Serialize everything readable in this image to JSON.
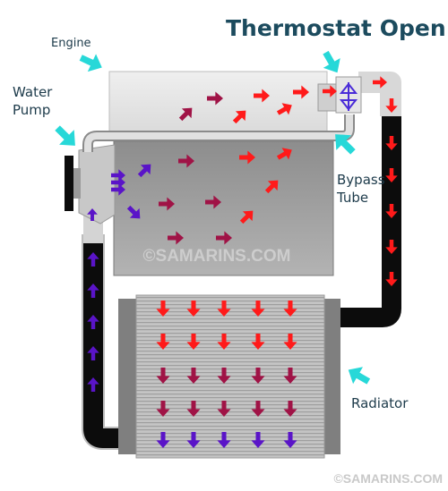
{
  "labels": {
    "title": "Thermostat Open",
    "engine": "Engine",
    "water_pump": [
      "Water",
      "Pump"
    ],
    "bypass_tube": [
      "Bypass",
      "Tube"
    ],
    "radiator": "Radiator"
  },
  "watermarks": {
    "center": "©SAMARINS.COM",
    "corner": "©SAMARINS.COM"
  },
  "colors": {
    "title": "#1c4b5e",
    "label": "#1c3a4a",
    "callout": "#27d8d8",
    "flow_hot": "#ff1a1a",
    "flow_mid": "#a01346",
    "flow_cool": "#5a14c8",
    "hose": "#0c0c0c",
    "engine_head": "#e8e8e8",
    "engine_block": "#a7a7a7",
    "radiator_core": "#bcbcbc",
    "radiator_tank": "#808080",
    "tube": "#e0e0e0",
    "thermostat": "#4a2cd8"
  },
  "icons": [
    "arrow-icon",
    "callout-arrow-icon",
    "thermostat-icon"
  ]
}
